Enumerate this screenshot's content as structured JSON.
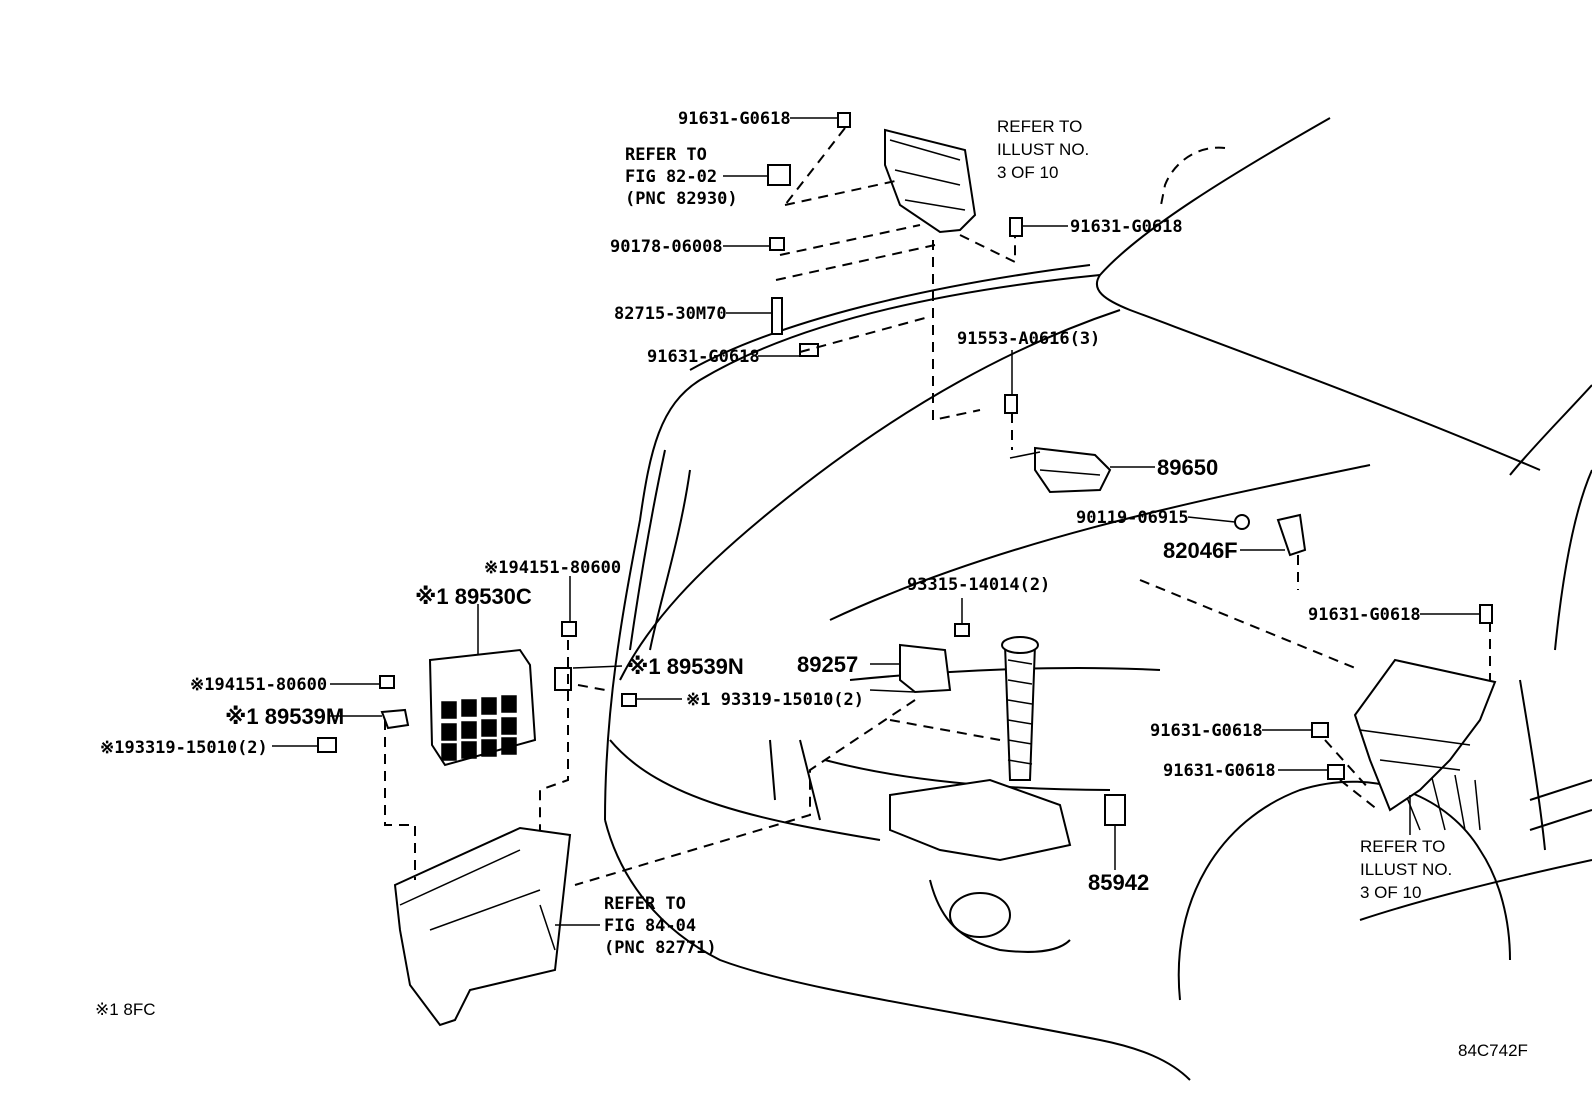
{
  "figure_code": "84C742F",
  "footnote": "※1 8FC",
  "part_labels": {
    "p91631_top": "91631-G0618",
    "ref_fig_8202_a": "REFER TO",
    "ref_fig_8202_b": "FIG 82-02",
    "ref_fig_8202_c": "(PNC 82930)",
    "ref_illust_top_a": "REFER TO",
    "ref_illust_top_b": "ILLUST NO.",
    "ref_illust_top_c": "3 OF 10",
    "p91631_right": "91631-G0618",
    "p90178": "90178-06008",
    "p82715": "82715-30M70",
    "p91631_mid": "91631-G0618",
    "p91553": "91553-A0616(3)",
    "p89650": "89650",
    "p90119": "90119-06915",
    "p82046F": "82046F",
    "p91631_far_right": "91631-G0618",
    "p194151_top": "※194151-80600",
    "p89530C": "※1 89530C",
    "p93315": "93315-14014(2)",
    "p89539N": "※1 89539N",
    "p89257": "89257",
    "p193319_mid": "※1 93319-15010(2)",
    "p194151_left": "※194151-80600",
    "p89539M": "※1 89539M",
    "p193319_left": "※193319-15010(2)",
    "p91631_lower_a": "91631-G0618",
    "p91631_lower_b": "91631-G0618",
    "ref_illust_bottom_a": "REFER TO",
    "ref_illust_bottom_b": "ILLUST NO.",
    "ref_illust_bottom_c": "3 OF 10",
    "ref_fig_8404_a": "REFER TO",
    "ref_fig_8404_b": "FIG 84-04",
    "ref_fig_8404_c": "(PNC 82771)",
    "p85942": "85942"
  }
}
